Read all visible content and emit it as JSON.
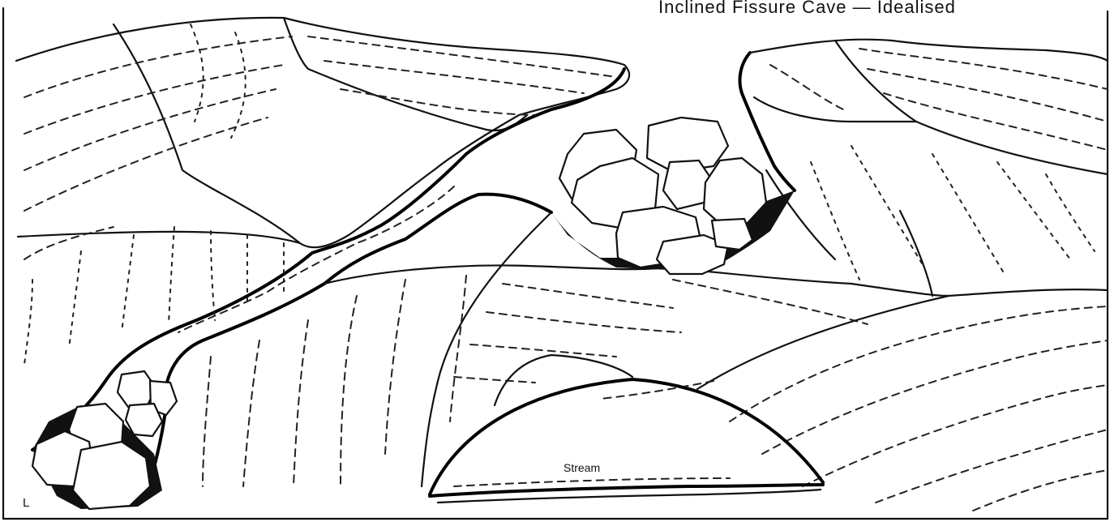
{
  "figure": {
    "title": "Inclined Fissure Cave — Idealised",
    "corner_text": "",
    "labels": {
      "stream": "Stream",
      "corner_mark": "L"
    }
  }
}
